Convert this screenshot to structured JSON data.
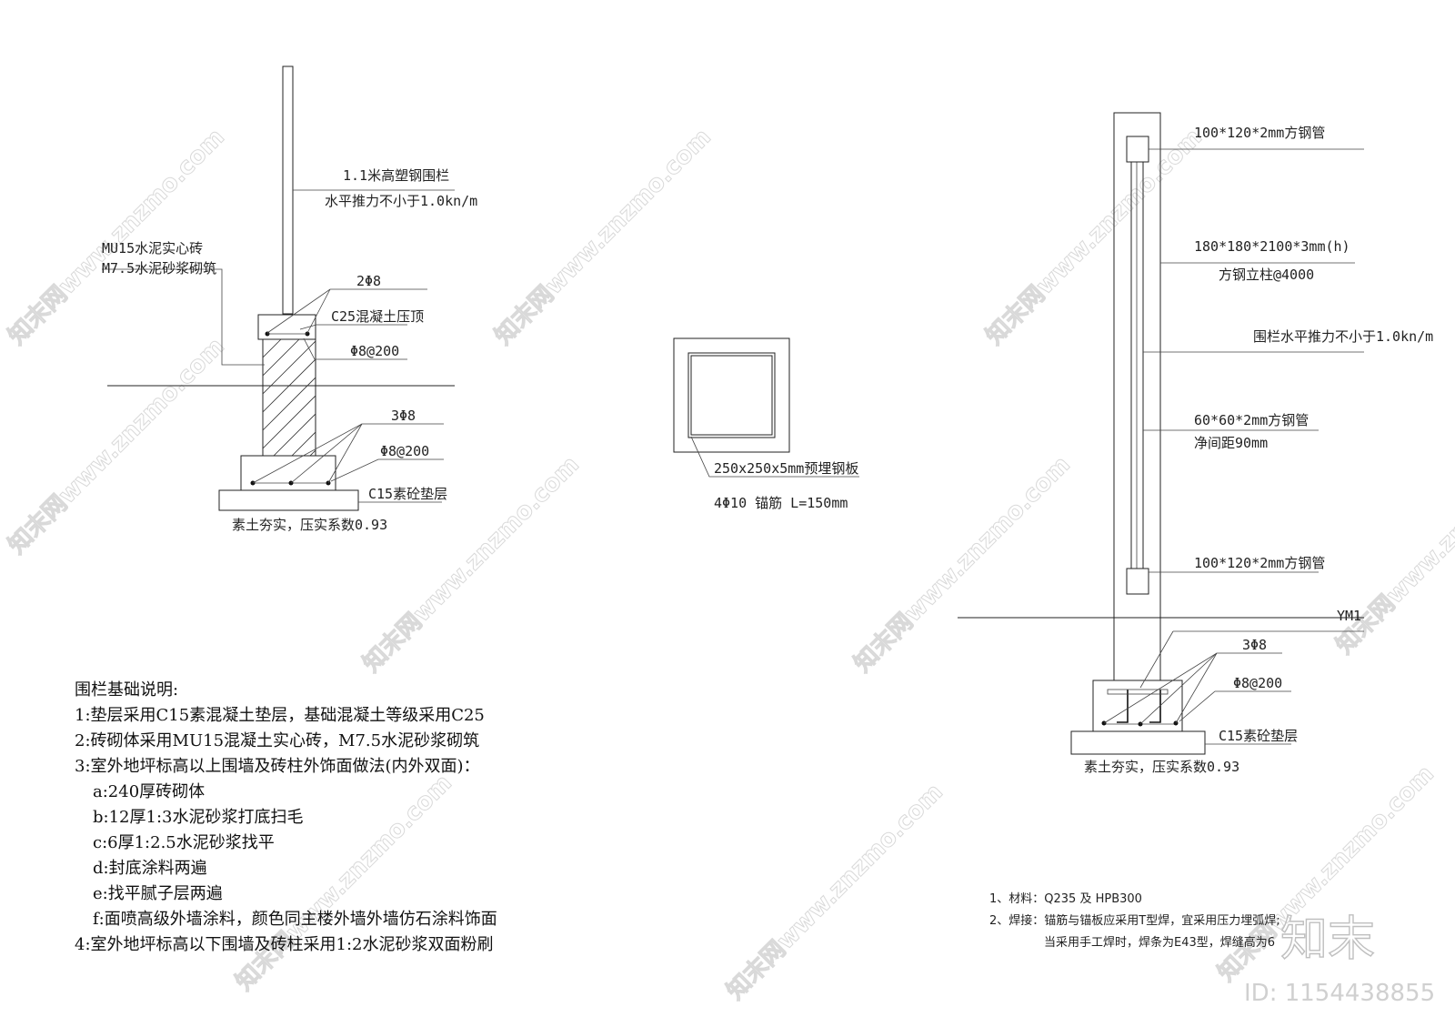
{
  "left_section": {
    "label_fence_1": "1.1米高塑钢围栏",
    "label_fence_2": "水平推力不小于1.0kn/m",
    "label_brick_1": "MU15水泥实心砖",
    "label_brick_2": "M7.5水泥砂浆砌筑",
    "label_top_bar": "2Φ8",
    "label_cap": "C25混凝土压顶",
    "label_cap_stirrup": "Φ8@200",
    "label_base_bar": "3Φ8",
    "label_base_stirrup": "Φ8@200",
    "label_cushion": "C15素砼垫层",
    "label_soil": "素土夯实，压实系数0.93"
  },
  "middle_section": {
    "label_plate": "250x250x5mm预埋钢板",
    "label_anchor": "4Φ10 锚筋 L=150mm"
  },
  "right_section": {
    "label_top_tube": "100*120*2mm方钢管",
    "label_post_1": "180*180*2100*3mm(h)",
    "label_post_2": "方钢立柱@4000",
    "label_push": "围栏水平推力不小于1.0kn/m",
    "label_rail_1": "60*60*2mm方钢管",
    "label_rail_2": "净间距90mm",
    "label_bottom_tube": "100*120*2mm方钢管",
    "label_ym": "YM1",
    "label_base_bar": "3Φ8",
    "label_base_stirrup": "Φ8@200",
    "label_cushion": "C15素砼垫层",
    "label_soil": "素土夯实，压实系数0.93"
  },
  "notes": {
    "title": "围栏基础说明:",
    "lines": [
      "1:垫层采用C15素混凝土垫层，基础混凝土等级采用C25",
      "2:砖砌体采用MU15混凝土实心砖，M7.5水泥砂浆砌筑",
      "3:室外地坪标高以上围墙及砖柱外饰面做法(内外双面)：",
      "a:240厚砖砌体",
      "b:12厚1:3水泥砂浆打底扫毛",
      "c:6厚1:2.5水泥砂浆找平",
      "d:封底涂料两遍",
      "e:找平腻子层两遍",
      "f:面喷高级外墙涂料，颜色同主楼外墙外墙仿石涂料饰面",
      "4:室外地坪标高以下围墙及砖柱采用1:2水泥砂浆双面粉刷"
    ]
  },
  "material_notes": {
    "line1": "1、材料：Q235 及 HPB300",
    "line2": "2、焊接：锚筋与锚板应采用T型焊，宜采用压力埋弧焊;",
    "line3": "当采用手工焊时，焊条为E43型，焊缝高为6"
  },
  "watermark": {
    "text": "知末网www.znzmo.com",
    "logo": "知末",
    "id": "ID: 1154438855"
  }
}
